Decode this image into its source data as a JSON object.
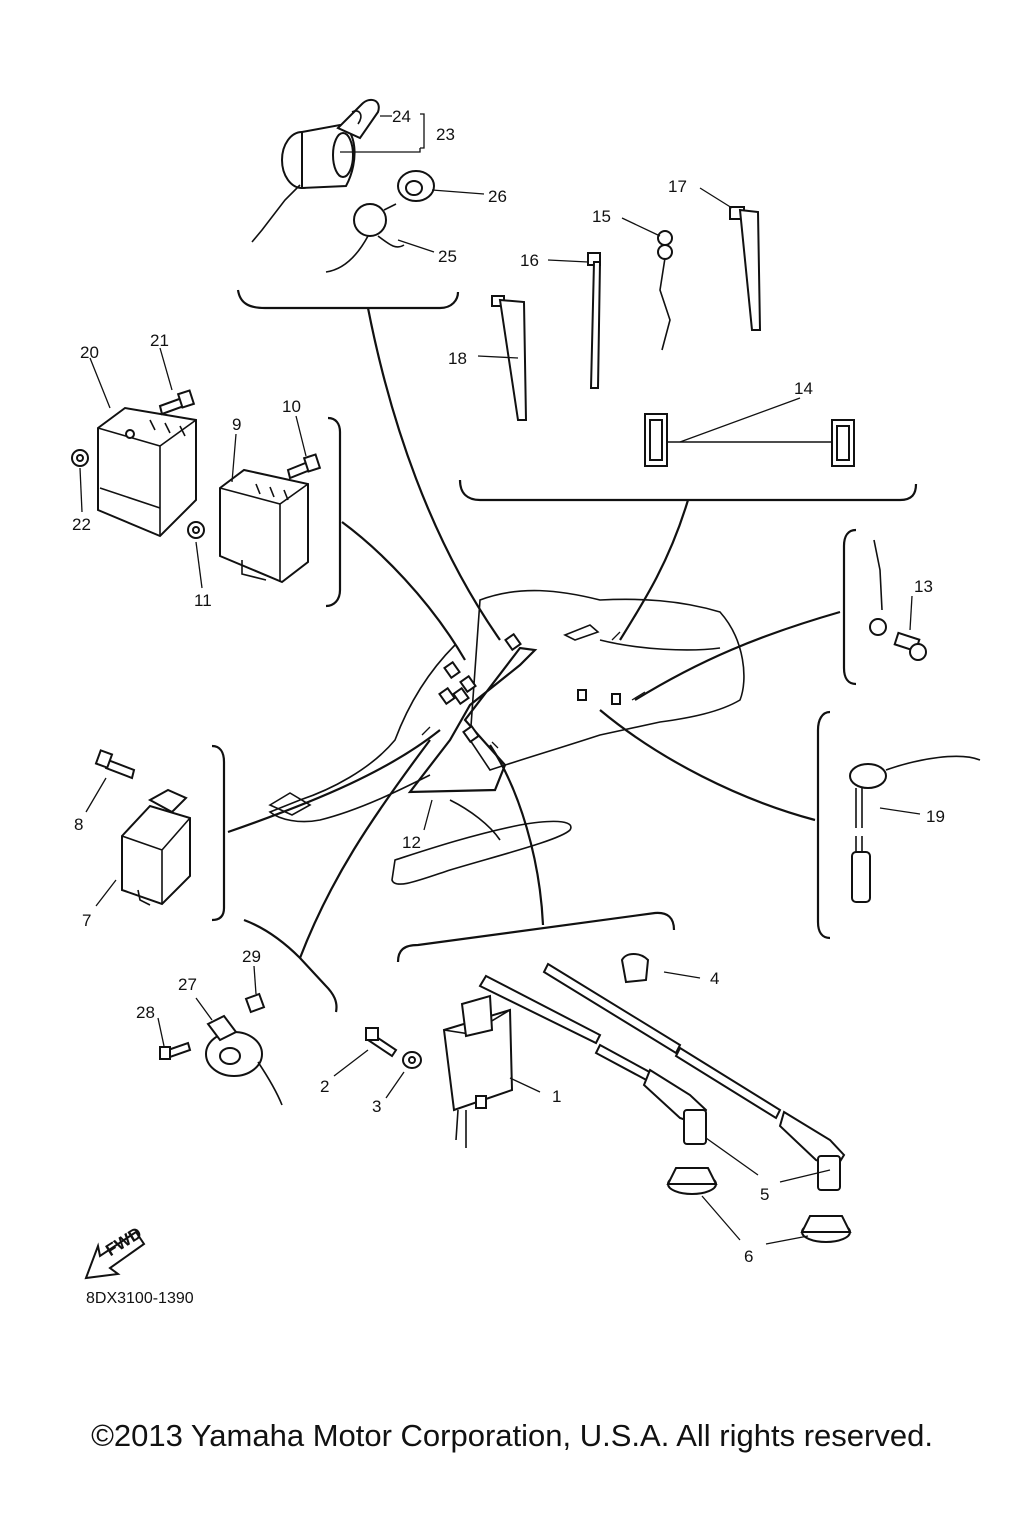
{
  "diagram": {
    "callouts": [
      "1",
      "2",
      "3",
      "4",
      "5",
      "6",
      "7",
      "8",
      "9",
      "10",
      "11",
      "12",
      "13",
      "14",
      "15",
      "16",
      "17",
      "18",
      "19",
      "20",
      "21",
      "22",
      "23",
      "24",
      "25",
      "26",
      "27",
      "28",
      "29"
    ],
    "direction_label": "FWD",
    "code": "8DX3100-1390"
  },
  "footer": {
    "copyright": "©2013 Yamaha Motor Corporation, U.S.A. All rights reserved."
  }
}
